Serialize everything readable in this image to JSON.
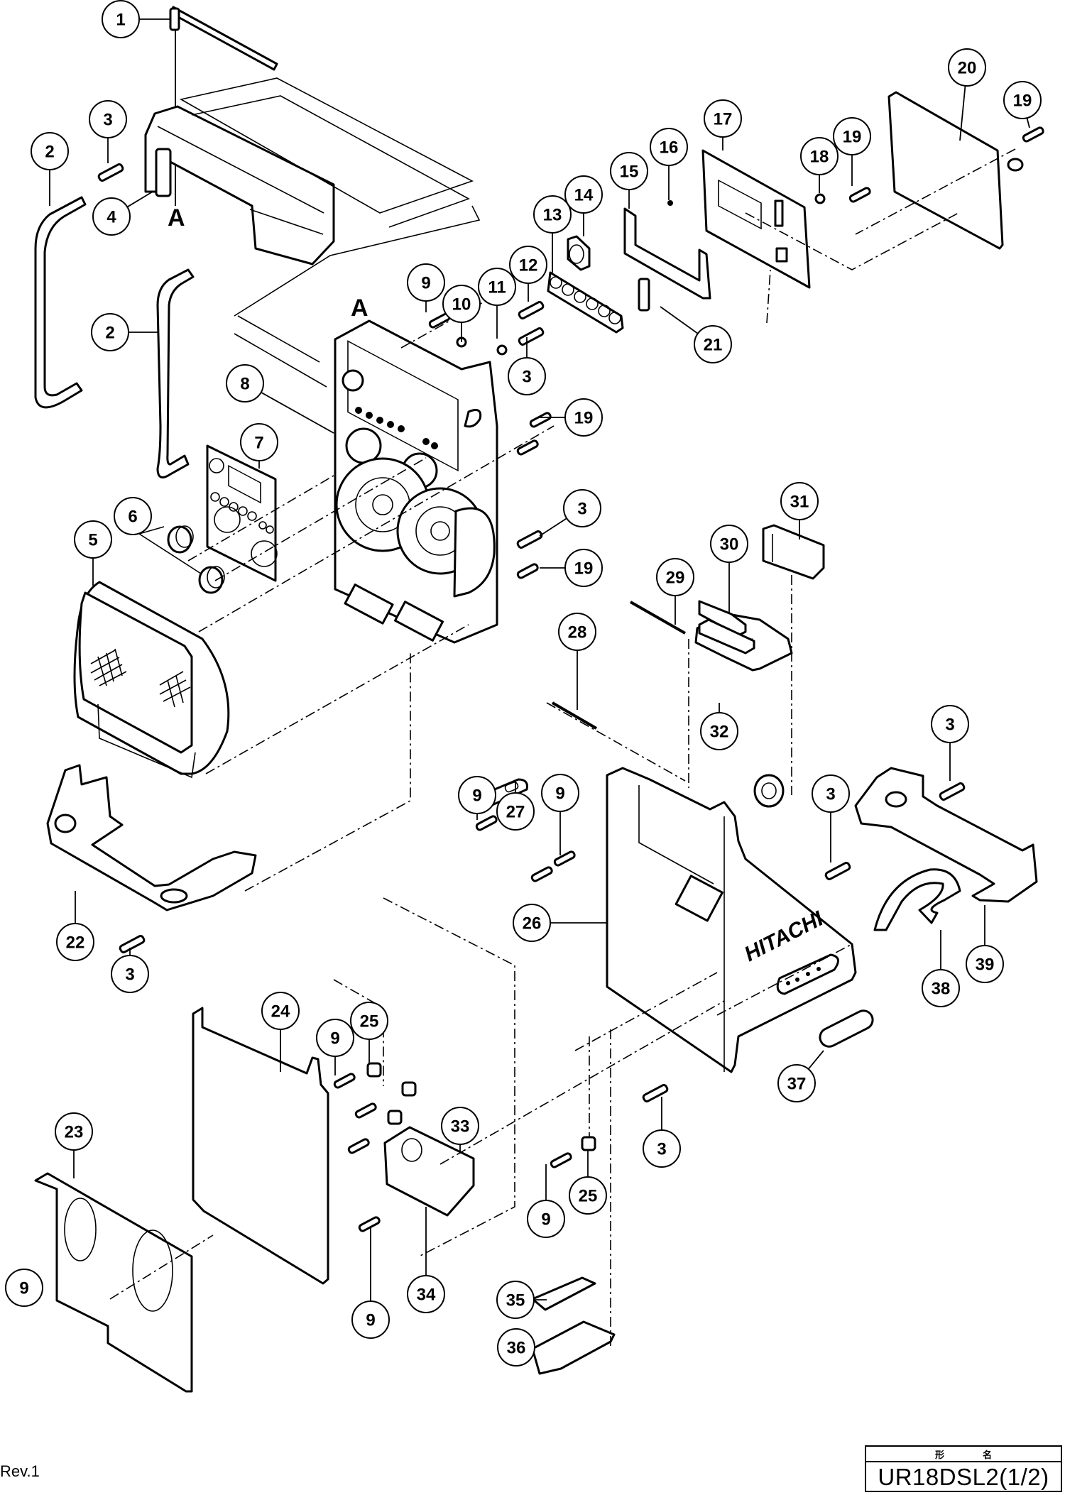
{
  "document": {
    "revision": "Rev.1",
    "title_block": {
      "header_chars": [
        "形",
        "名"
      ],
      "model": "UR18DSL2(1/2)"
    },
    "brand_marking": "HITACHI",
    "reference_letter": "A"
  },
  "callouts": [
    {
      "id": "c1",
      "number": "1"
    },
    {
      "id": "c2a",
      "number": "2"
    },
    {
      "id": "c2b",
      "number": "2"
    },
    {
      "id": "c3a",
      "number": "3"
    },
    {
      "id": "c4",
      "number": "4"
    },
    {
      "id": "c5",
      "number": "5"
    },
    {
      "id": "c6",
      "number": "6"
    },
    {
      "id": "c7",
      "number": "7"
    },
    {
      "id": "c8",
      "number": "8"
    },
    {
      "id": "c9a",
      "number": "9"
    },
    {
      "id": "c10",
      "number": "10"
    },
    {
      "id": "c11",
      "number": "11"
    },
    {
      "id": "c12",
      "number": "12"
    },
    {
      "id": "c3b",
      "number": "3"
    },
    {
      "id": "c13",
      "number": "13"
    },
    {
      "id": "c14",
      "number": "14"
    },
    {
      "id": "c15",
      "number": "15"
    },
    {
      "id": "c16",
      "number": "16"
    },
    {
      "id": "c17",
      "number": "17"
    },
    {
      "id": "c18",
      "number": "18"
    },
    {
      "id": "c19a",
      "number": "19"
    },
    {
      "id": "c20",
      "number": "20"
    },
    {
      "id": "c19b",
      "number": "19"
    },
    {
      "id": "c21",
      "number": "21"
    },
    {
      "id": "c19c",
      "number": "19"
    },
    {
      "id": "c3c",
      "number": "3"
    },
    {
      "id": "c19d",
      "number": "19"
    },
    {
      "id": "c31",
      "number": "31"
    },
    {
      "id": "c30",
      "number": "30"
    },
    {
      "id": "c29",
      "number": "29"
    },
    {
      "id": "c28",
      "number": "28"
    },
    {
      "id": "c32",
      "number": "32"
    },
    {
      "id": "c3d",
      "number": "3"
    },
    {
      "id": "c3e",
      "number": "3"
    },
    {
      "id": "c9b",
      "number": "9"
    },
    {
      "id": "c27",
      "number": "27"
    },
    {
      "id": "c9c",
      "number": "9"
    },
    {
      "id": "c26",
      "number": "26"
    },
    {
      "id": "c22",
      "number": "22"
    },
    {
      "id": "c3f",
      "number": "3"
    },
    {
      "id": "c39",
      "number": "39"
    },
    {
      "id": "c38",
      "number": "38"
    },
    {
      "id": "c24",
      "number": "24"
    },
    {
      "id": "c9d",
      "number": "9"
    },
    {
      "id": "c25a",
      "number": "25"
    },
    {
      "id": "c37",
      "number": "37"
    },
    {
      "id": "c23",
      "number": "23"
    },
    {
      "id": "c33",
      "number": "33"
    },
    {
      "id": "c3g",
      "number": "3"
    },
    {
      "id": "c25b",
      "number": "25"
    },
    {
      "id": "c9e",
      "number": "9"
    },
    {
      "id": "c9f",
      "number": "9"
    },
    {
      "id": "c34",
      "number": "34"
    },
    {
      "id": "c9g",
      "number": "9"
    },
    {
      "id": "c35",
      "number": "35"
    },
    {
      "id": "c36",
      "number": "36"
    }
  ]
}
